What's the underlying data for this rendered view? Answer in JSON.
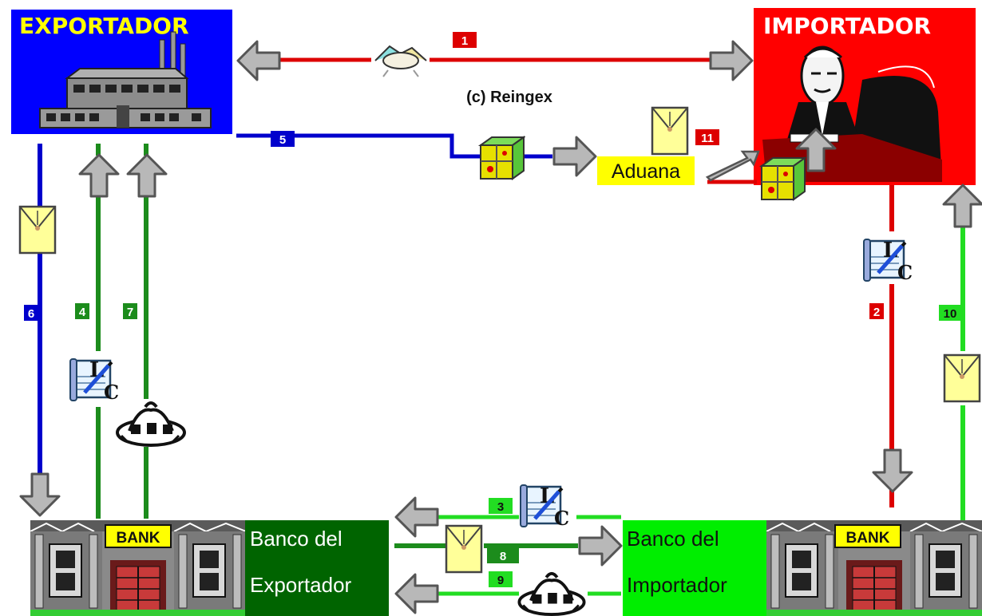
{
  "exporter": {
    "title": "EXPORTADOR"
  },
  "importer": {
    "title": "IMPORTADOR"
  },
  "copyright": "(c) Reingex",
  "customs": {
    "label": "Aduana"
  },
  "exporter_bank": {
    "sign": "BANK",
    "label_line1": "Banco del",
    "label_line2": "Exportador"
  },
  "importer_bank": {
    "sign": "BANK",
    "label_line1": "Banco del",
    "label_line2": "Importador"
  },
  "steps": {
    "s1": "1",
    "s2": "2",
    "s3": "3",
    "s4": "4",
    "s5": "5",
    "s6": "6",
    "s7": "7",
    "s8": "8",
    "s9": "9",
    "s10": "10",
    "s11": "11"
  },
  "icons": {
    "handshake": "handshake-icon",
    "letter_of_credit": "letter-of-credit-icon",
    "envelope": "envelope-icon",
    "money_bag": "money-bag-icon",
    "package": "package-icon",
    "factory": "factory-icon",
    "businessman": "businessman-icon",
    "bank_building": "bank-building-icon"
  },
  "colors": {
    "exporter_bg": "#0000ff",
    "importer_bg": "#ff0000",
    "exporter_bank_bg": "#006400",
    "importer_bank_bg": "#00ff00",
    "title_yellow": "#ffff00",
    "flow_red": "#dd0000",
    "flow_blue": "#0000cc",
    "flow_green": "#1c8c1c",
    "flow_lightgreen": "#22dd22"
  }
}
